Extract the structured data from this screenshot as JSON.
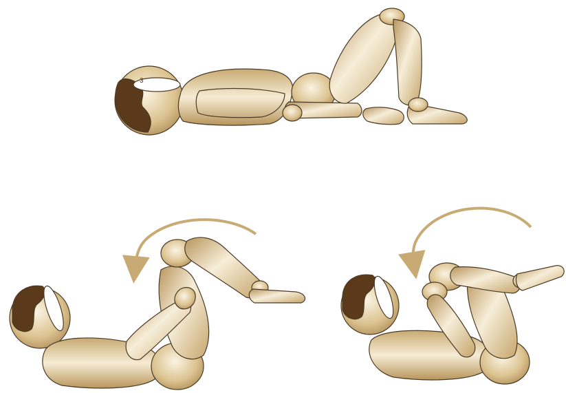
{
  "scene": {
    "figures": [
      {
        "pose": "lying-flat-knees-bent"
      },
      {
        "pose": "crunch-with-knees-raised"
      },
      {
        "pose": "knees-to-chest-crunch"
      }
    ],
    "colors": {
      "wood_light": "#f4e9cf",
      "wood_mid": "#d7bf8a",
      "wood_dark": "#a98752",
      "hair": "#5a3a1a",
      "arrow": "#c8ab74",
      "outline": "#4a3a26",
      "background": "#ffffff"
    },
    "arrows": [
      {
        "direction": "counter-clockwise"
      },
      {
        "direction": "counter-clockwise"
      }
    ]
  }
}
